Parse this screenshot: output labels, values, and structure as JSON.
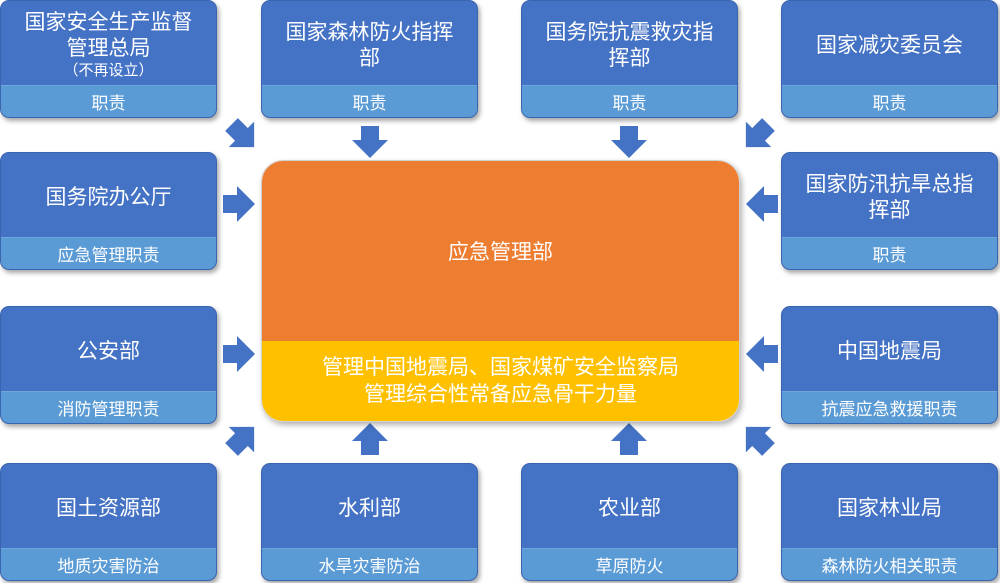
{
  "center": {
    "title": "应急管理部",
    "line1": "管理中国地震局、国家煤矿安全监察局",
    "line2": "管理综合性常备应急骨干力量"
  },
  "boxes": {
    "b1": {
      "title": "国家安全生产监督管理总局",
      "note": "（不再设立）",
      "duty": "职责"
    },
    "b2": {
      "title": "国家森林防火指挥部",
      "duty": "职责"
    },
    "b3": {
      "title": "国务院抗震救灾指挥部",
      "duty": "职责"
    },
    "b4": {
      "title": "国家减灾委员会",
      "duty": "职责"
    },
    "b5": {
      "title": "国务院办公厅",
      "duty": "应急管理职责"
    },
    "b6": {
      "title": "国家防汛抗旱总指挥部",
      "duty": "职责"
    },
    "b7": {
      "title": "公安部",
      "duty": "消防管理职责"
    },
    "b8": {
      "title": "中国地震局",
      "duty": "抗震应急救援职责"
    },
    "b9": {
      "title": "国土资源部",
      "duty": "地质灾害防治"
    },
    "b10": {
      "title": "水利部",
      "duty": "水旱灾害防治"
    },
    "b11": {
      "title": "农业部",
      "duty": "草原防火"
    },
    "b12": {
      "title": "国家林业局",
      "duty": "森林防火相关职责"
    }
  },
  "colors": {
    "box_top": "#4472c4",
    "box_bottom": "#5b9bd5",
    "center_top": "#ed7d31",
    "center_bottom": "#ffc000",
    "arrow": "#4472c4"
  }
}
